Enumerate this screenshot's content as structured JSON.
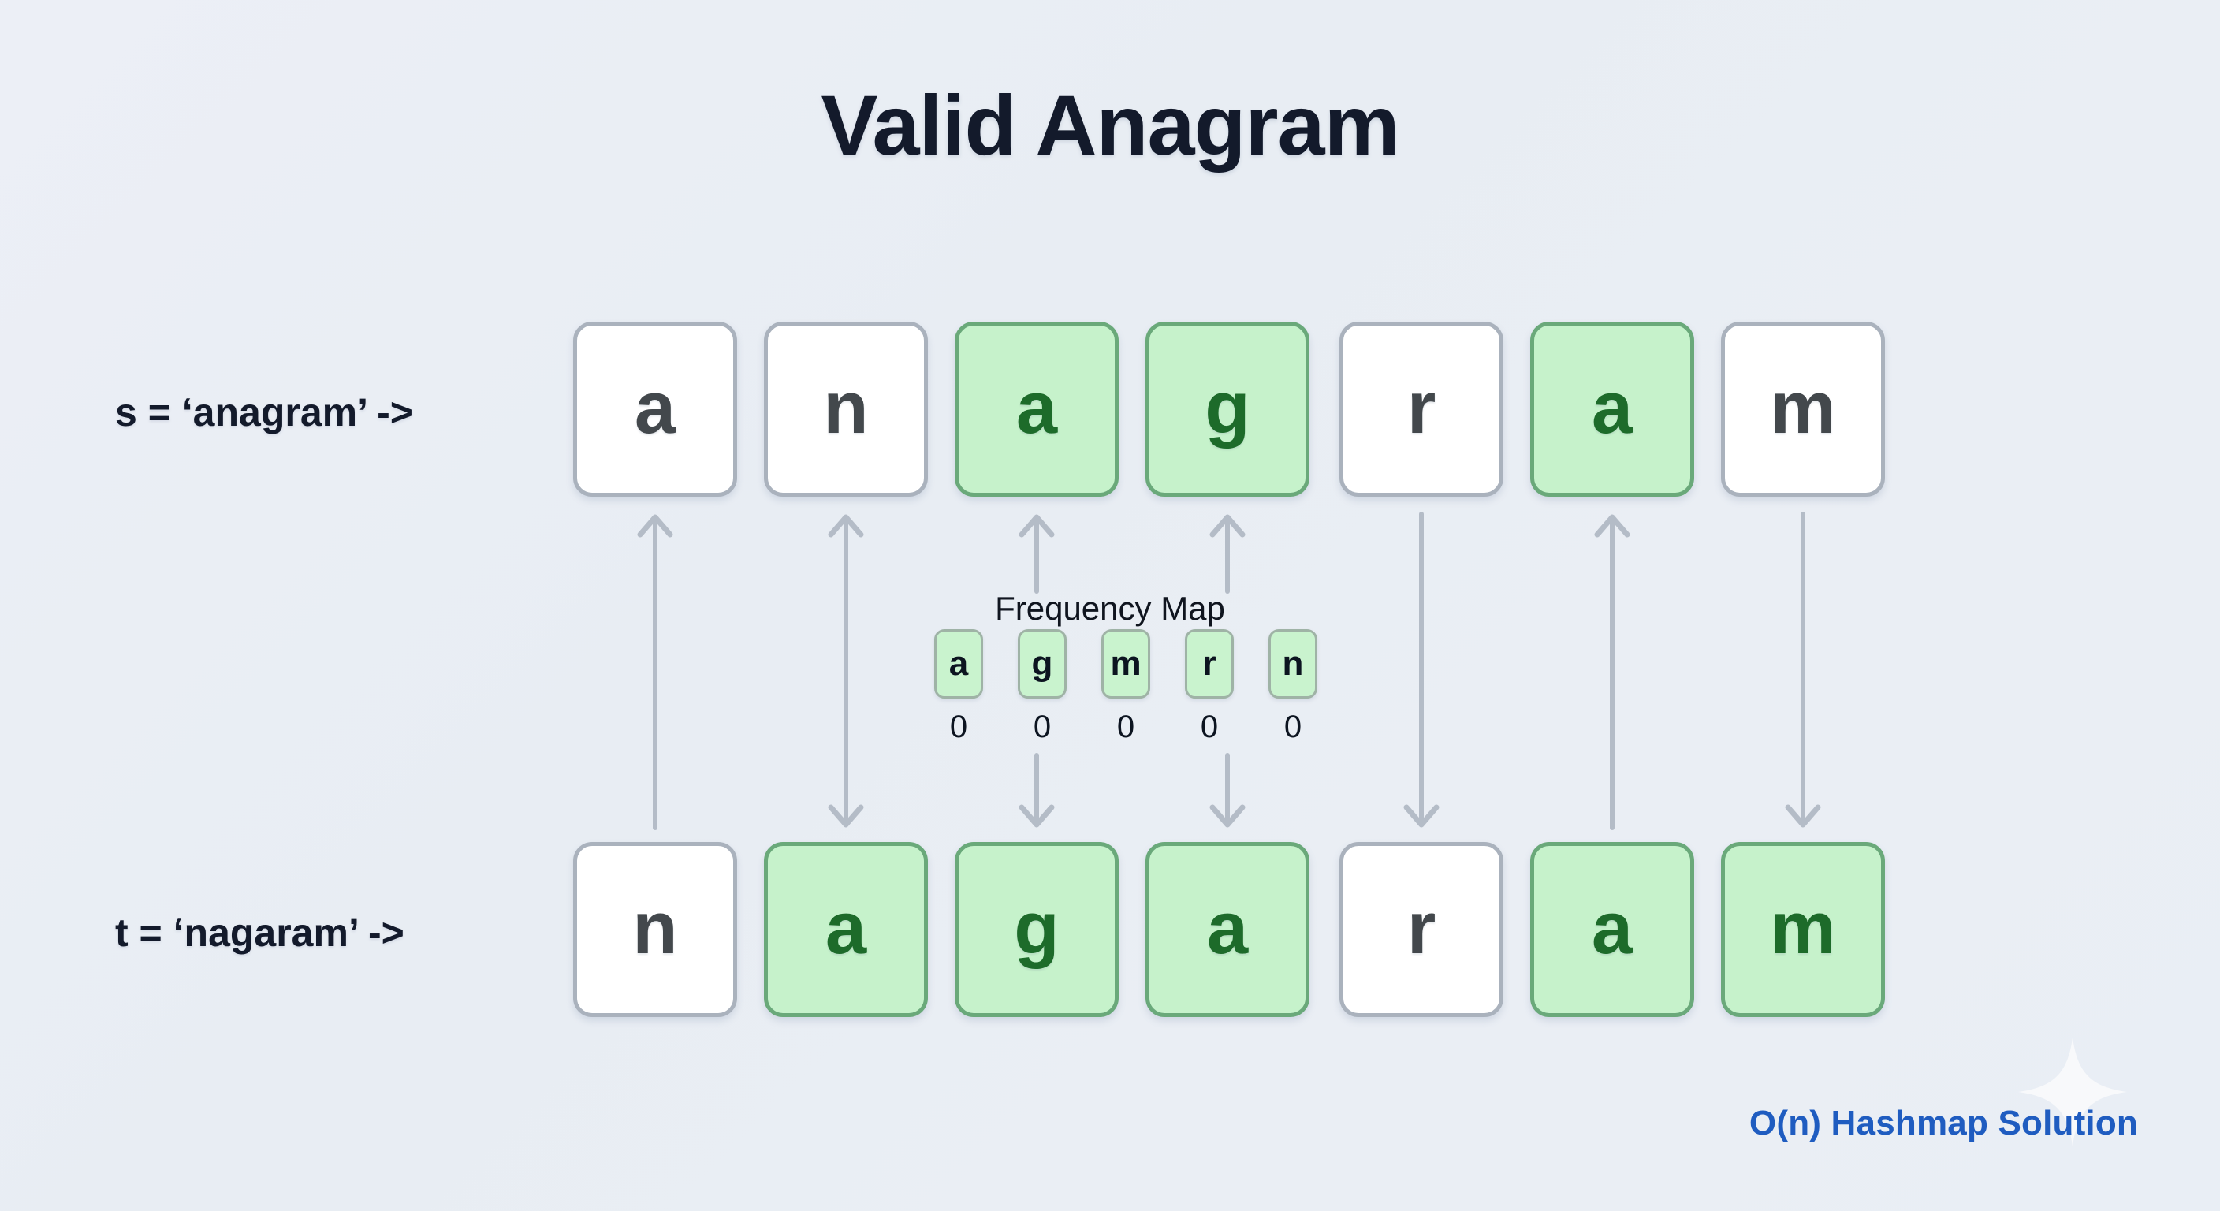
{
  "page": {
    "title": "Valid Anagram",
    "footer_label": "O(n) Hashmap Solution",
    "background_color": "#eaeef5",
    "accent_color": "#1f5cc0",
    "match_fill": "#c6f2cb",
    "match_border": "#6aa97a",
    "match_text": "#1d6b2a",
    "plain_fill": "#ffffff",
    "plain_border": "#aab2bd",
    "plain_text": "#43484c",
    "arrow_color": "#b4bcc7"
  },
  "rows": [
    {
      "key": "s",
      "label": "s = ‘anagram’ ->",
      "string": "anagram",
      "cells": [
        {
          "letter": "a",
          "state": "plain"
        },
        {
          "letter": "n",
          "state": "plain"
        },
        {
          "letter": "a",
          "state": "match"
        },
        {
          "letter": "g",
          "state": "match"
        },
        {
          "letter": "r",
          "state": "plain"
        },
        {
          "letter": "a",
          "state": "match"
        },
        {
          "letter": "m",
          "state": "plain"
        }
      ]
    },
    {
      "key": "t",
      "label": "t = ‘nagaram’ ->",
      "string": "nagaram",
      "cells": [
        {
          "letter": "n",
          "state": "plain"
        },
        {
          "letter": "a",
          "state": "match"
        },
        {
          "letter": "g",
          "state": "match"
        },
        {
          "letter": "a",
          "state": "match"
        },
        {
          "letter": "r",
          "state": "plain"
        },
        {
          "letter": "a",
          "state": "match"
        },
        {
          "letter": "m",
          "state": "match"
        }
      ]
    }
  ],
  "frequency_map": {
    "title": "Frequency Map",
    "entries": [
      {
        "letter": "a",
        "count": "0"
      },
      {
        "letter": "g",
        "count": "0"
      },
      {
        "letter": "m",
        "count": "0"
      },
      {
        "letter": "r",
        "count": "0"
      },
      {
        "letter": "n",
        "count": "0"
      }
    ]
  },
  "arrows": [
    {
      "column": 1,
      "kind": "up",
      "span": "full"
    },
    {
      "column": 2,
      "kind": "updown",
      "span": "full"
    },
    {
      "column": 3,
      "kind": "up",
      "span": "short-top"
    },
    {
      "column": 3,
      "kind": "down",
      "span": "short-bottom"
    },
    {
      "column": 4,
      "kind": "up",
      "span": "short-top"
    },
    {
      "column": 4,
      "kind": "down",
      "span": "short-bottom"
    },
    {
      "column": 5,
      "kind": "down",
      "span": "full"
    },
    {
      "column": 6,
      "kind": "up",
      "span": "full"
    },
    {
      "column": 7,
      "kind": "down",
      "span": "full"
    }
  ]
}
